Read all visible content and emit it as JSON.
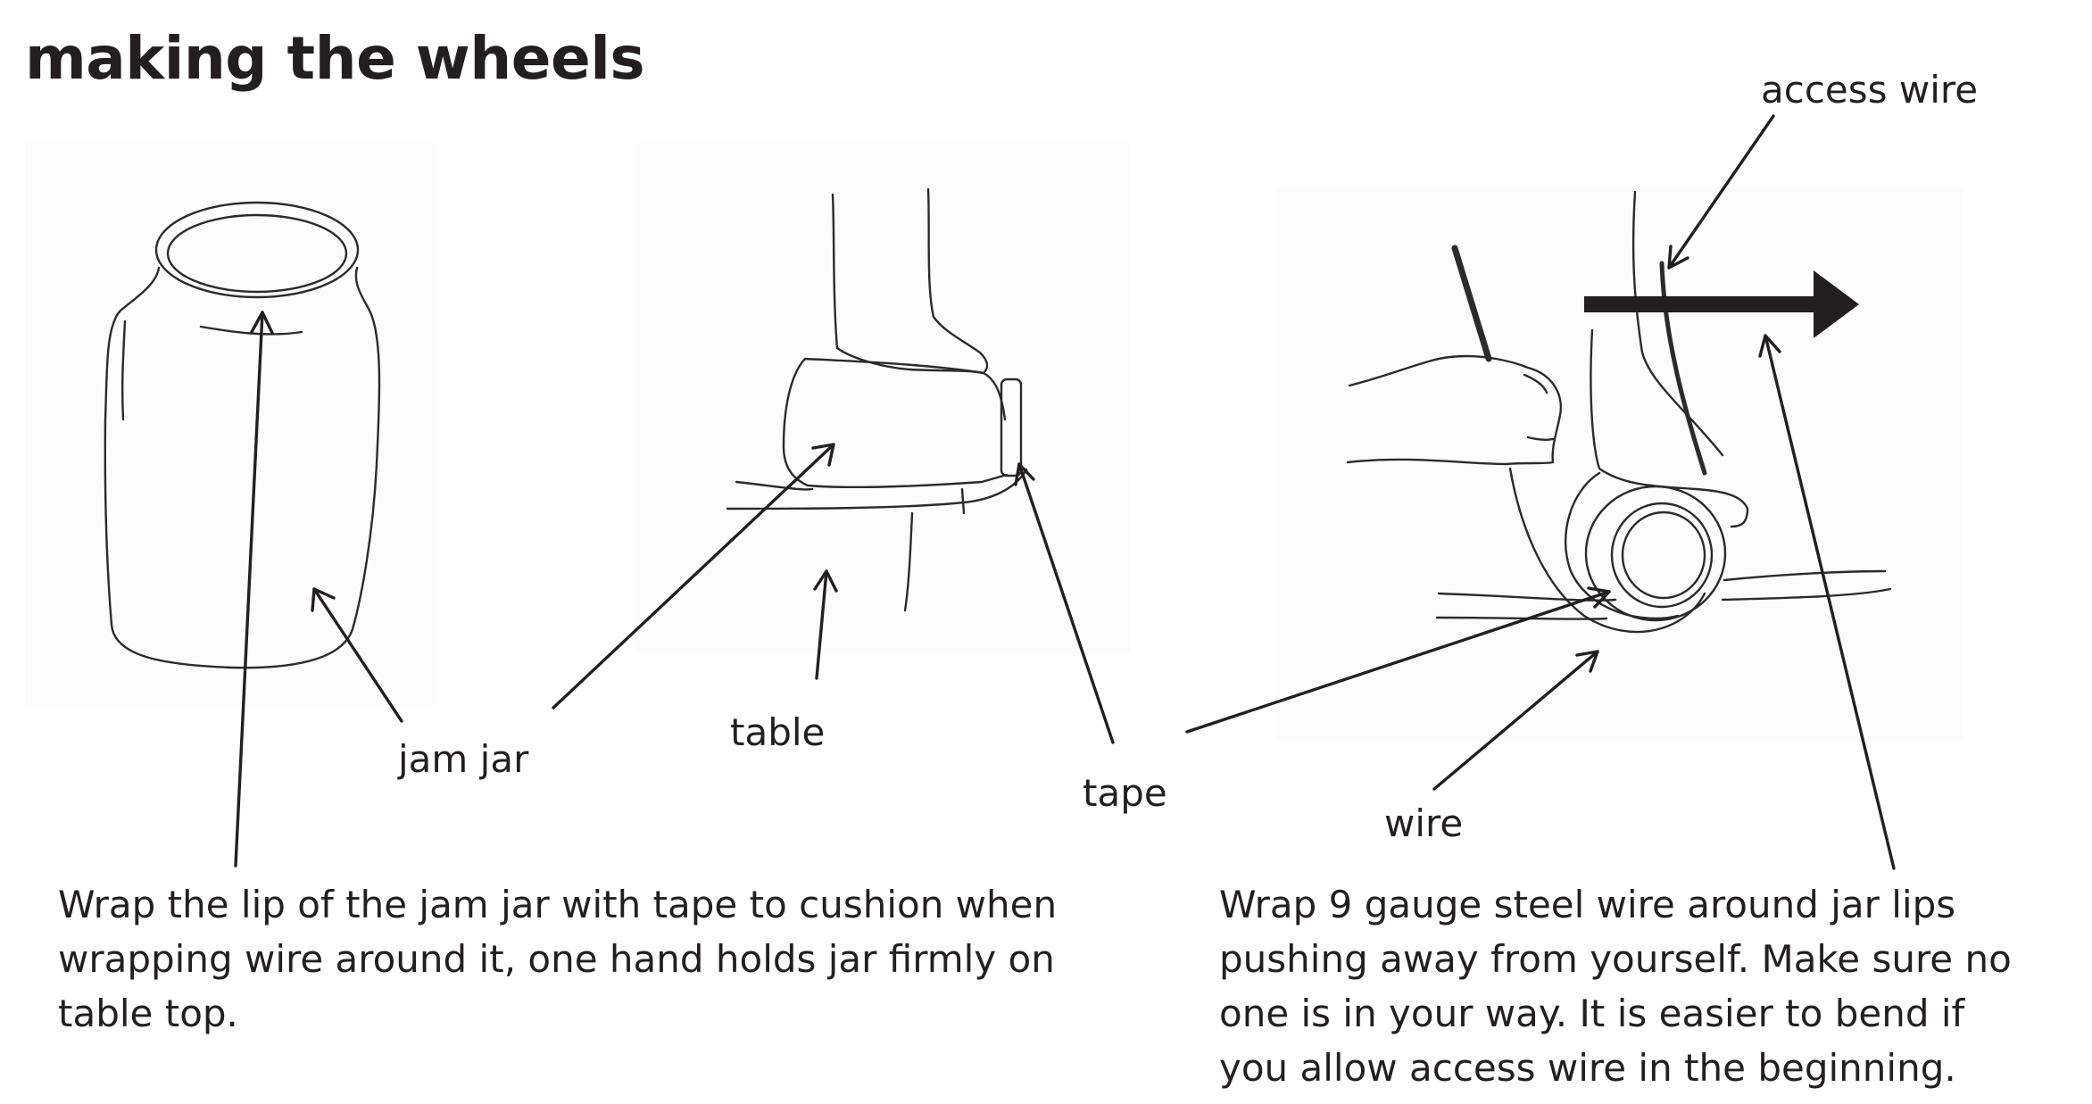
{
  "title": "making the wheels",
  "labels": {
    "jam_jar": "jam jar",
    "table": "table",
    "tape": "tape",
    "wire": "wire",
    "access_wire": "access wire"
  },
  "captions": {
    "left": "Wrap the lip of the jam jar with tape to cushion when wrapping wire around it, one hand holds jar firmly on table top.",
    "right": "Wrap 9 gauge steel wire around jar lips pushing away from yourself. Make sure no one is in your way. It is easier to bend if you allow access wire in the beginning."
  },
  "colors": {
    "ink": "#231f20",
    "background": "#ffffff"
  },
  "icons": {
    "direction_arrow": "right-arrow-icon"
  }
}
